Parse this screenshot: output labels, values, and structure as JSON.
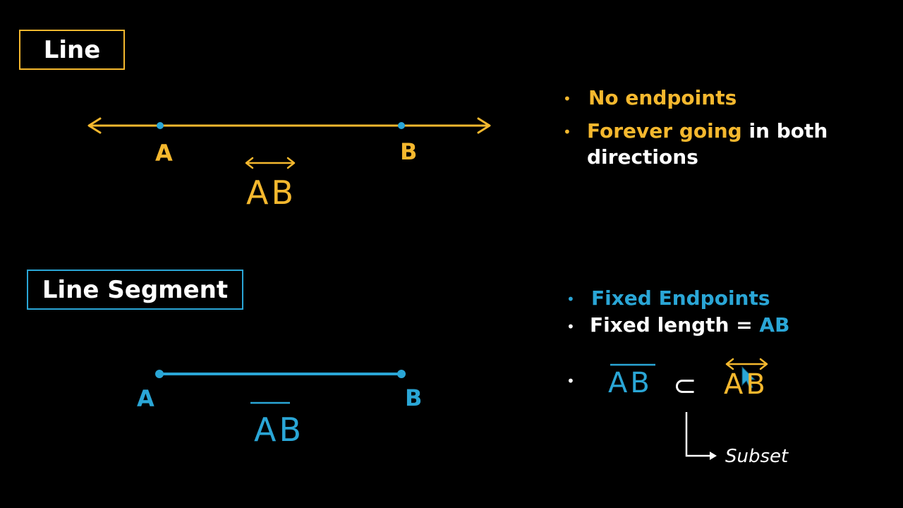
{
  "colors": {
    "background": "#000000",
    "line": "#f5b82e",
    "segment": "#2aa6d6",
    "text": "#ffffff"
  },
  "line_section": {
    "title": "Line",
    "point_a": "A",
    "point_b": "B",
    "notation": "AB",
    "bullets": {
      "no_endpoints": "No endpoints",
      "forever_going": "Forever going",
      "in_both": "in both",
      "directions": "directions"
    }
  },
  "segment_section": {
    "title": "Line Segment",
    "point_a": "A",
    "point_b": "B",
    "notation": "AB",
    "bullets": {
      "fixed_endpoints": "Fixed Endpoints",
      "fixed_length": "Fixed length =",
      "fixed_length_value": "AB"
    }
  },
  "subset_relation": {
    "left": "AB",
    "symbol": "⊂",
    "right": "AB",
    "label": "Subset"
  },
  "bullet_glyph": "•"
}
